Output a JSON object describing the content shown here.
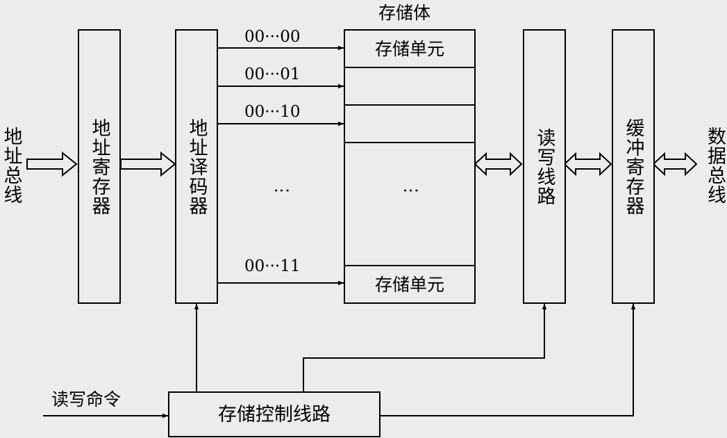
{
  "address_bus_label": "地址总线",
  "address_register_label": "地址寄存器",
  "address_decoder_label": "地址译码器",
  "memory_body": {
    "title": "存储体",
    "top_cell_label": "存储单元",
    "bottom_cell_label": "存储单元",
    "ellipsis": "⋮"
  },
  "decoder_outputs": [
    {
      "code": "00···00"
    },
    {
      "code": "00···01"
    },
    {
      "code": "00···10"
    },
    {
      "code": "⋮"
    },
    {
      "code": "00···11"
    }
  ],
  "read_write_circuit_label": "读写线路",
  "buffer_register_label": "缓冲寄存器",
  "data_bus_label": "数据总线",
  "read_write_command_label": "读写命令",
  "storage_control_label": "存储控制线路"
}
